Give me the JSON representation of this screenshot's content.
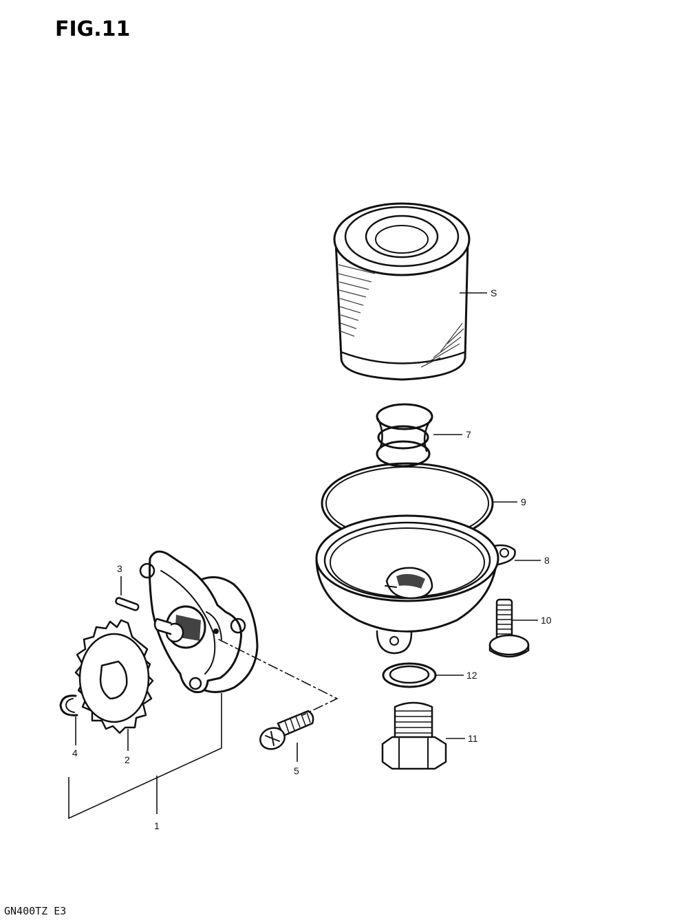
{
  "figure": {
    "title": "FIG.11",
    "model_code": "GN400TZ E3"
  },
  "callouts": {
    "c1": "1",
    "c2": "2",
    "c3": "3",
    "c4": "4",
    "c5": "5",
    "c6": "S",
    "c7": "7",
    "c8": "8",
    "c9": "9",
    "c10": "10",
    "c11": "11",
    "c12": "12"
  }
}
